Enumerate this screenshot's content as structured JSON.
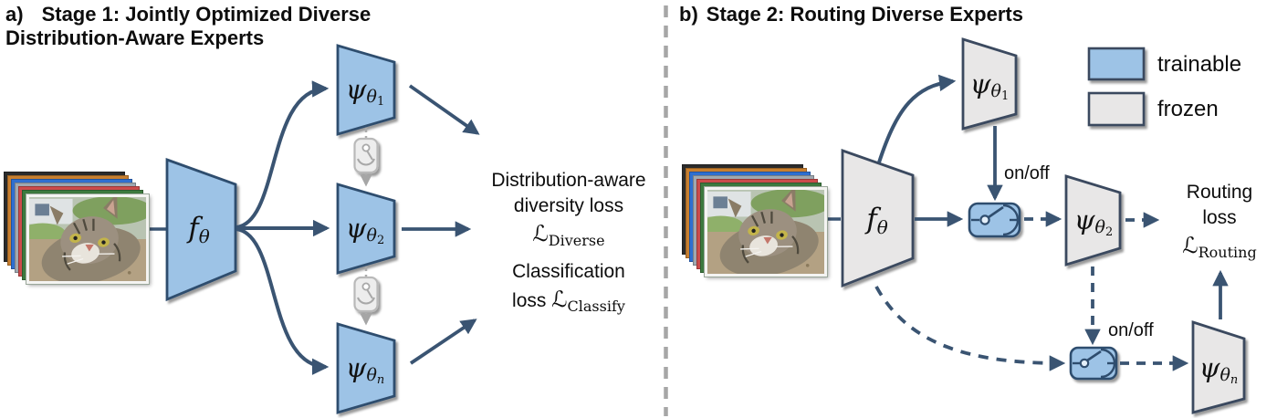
{
  "panel_a": {
    "title": {
      "prefix": "a)",
      "line1": "Stage 1: Jointly Optimized Diverse",
      "line2": "Distribution-Aware Experts"
    },
    "encoder": {
      "symbol": "f",
      "sub": "θ"
    },
    "experts": [
      {
        "symbol": "ψ",
        "sub": "θ",
        "subsub": "1"
      },
      {
        "symbol": "ψ",
        "sub": "θ",
        "subsub": "2"
      },
      {
        "symbol": "ψ",
        "sub": "θ",
        "subsub": "n"
      }
    ],
    "diversity_loss": {
      "line1": "Distribution-aware",
      "line2": "diversity loss",
      "symbol": "ℒ",
      "sub": "Diverse"
    },
    "classification_loss": {
      "line1": "Classification",
      "line2_prefix": "loss ",
      "symbol": "ℒ",
      "sub": "Classify"
    }
  },
  "panel_b": {
    "title": {
      "prefix": "b)",
      "line1": "Stage 2: Routing Diverse Experts"
    },
    "encoder": {
      "symbol": "f",
      "sub": "θ"
    },
    "experts": [
      {
        "symbol": "ψ",
        "sub": "θ",
        "subsub": "1"
      },
      {
        "symbol": "ψ",
        "sub": "θ",
        "subsub": "2"
      },
      {
        "symbol": "ψ",
        "sub": "θ",
        "subsub": "n"
      }
    ],
    "switch_labels": [
      {
        "label": "on/off"
      },
      {
        "label": "on/off"
      }
    ],
    "routing_loss": {
      "line1": "Routing",
      "line2": "loss",
      "symbol": "ℒ",
      "sub": "Routing"
    },
    "legend": {
      "items": [
        {
          "label": "trainable",
          "color": "#9DC3E6"
        },
        {
          "label": "frozen",
          "color": "#E8E7E7"
        }
      ]
    }
  },
  "icons": {
    "toggle_switch": "toggle-switch",
    "image_stack": "stacked-photos"
  },
  "colors": {
    "trainable_fill": "#9DC3E6",
    "frozen_fill": "#E8E7E7",
    "shape_border": "#2F4D6E",
    "arrow": "#3A5472",
    "gray_connector": "#ABABAB",
    "divider": "#A6A6A6"
  }
}
